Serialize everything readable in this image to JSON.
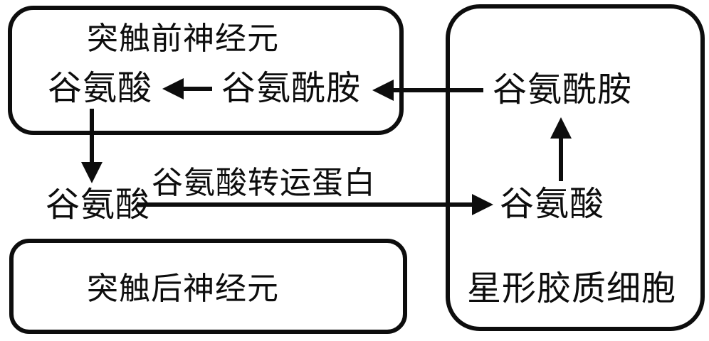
{
  "diagram": {
    "background_color": "#ffffff",
    "line_color": "#0d0d0d",
    "boxes": {
      "presynaptic": {
        "title": "突触前神经元"
      },
      "postsynaptic": {
        "title": "突触后神经元"
      },
      "astrocyte": {
        "title": "星形胶质细胞"
      }
    },
    "labels": {
      "presynaptic_glutamate": "谷氨酸",
      "presynaptic_glutamine": "谷氨酰胺",
      "synaptic_glutamate": "谷氨酸",
      "transporter": "谷氨酸转运蛋白",
      "astrocyte_glutamate": "谷氨酸",
      "astrocyte_glutamine": "谷氨酰胺"
    },
    "arrows": [
      {
        "id": "glutamine-to-glutamate-presynaptic",
        "direction": "left"
      },
      {
        "id": "astrocyte-glutamine-to-presynaptic-glutamine",
        "direction": "left"
      },
      {
        "id": "presynaptic-glutamate-release",
        "direction": "down"
      },
      {
        "id": "glutamate-uptake-via-transporter",
        "direction": "right"
      },
      {
        "id": "astrocyte-glutamate-to-glutamine",
        "direction": "up"
      }
    ]
  }
}
